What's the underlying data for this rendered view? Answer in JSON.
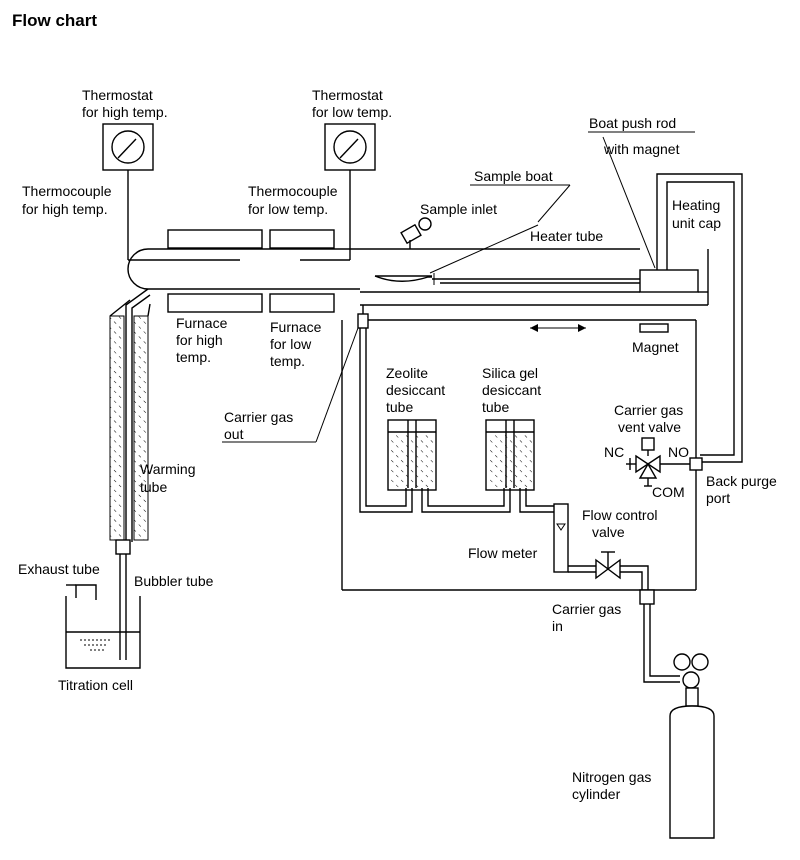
{
  "title": "Flow chart",
  "labels": {
    "thermostat_high": [
      "Thermostat",
      "for high temp."
    ],
    "thermostat_low": [
      "Thermostat",
      "for low temp."
    ],
    "boat_push_rod": [
      "Boat push rod",
      "with magnet"
    ],
    "sample_boat": "Sample boat",
    "thermocouple_high": [
      "Thermocouple",
      "for high temp."
    ],
    "thermocouple_low": [
      "Thermocouple",
      "for low temp."
    ],
    "sample_inlet": "Sample inlet",
    "heating_unit_cap": [
      "Heating",
      "unit cap"
    ],
    "heater_tube": "Heater tube",
    "furnace_high": [
      "Furnace",
      "for high",
      "temp."
    ],
    "furnace_low": [
      "Furnace",
      "for low",
      "temp."
    ],
    "magnet": "Magnet",
    "zeolite": [
      "Zeolite",
      "desiccant",
      "tube"
    ],
    "silica": [
      "Silica gel",
      "desiccant",
      "tube"
    ],
    "carrier_gas_vent_valve": [
      "Carrier gas",
      "vent valve"
    ],
    "nc": "NC",
    "no": "NO",
    "com": "COM",
    "carrier_gas_out": [
      "Carrier gas",
      "out"
    ],
    "back_purge_port": [
      "Back purge",
      "port"
    ],
    "warming_tube": [
      "Warming",
      "tube"
    ],
    "flow_control_valve": [
      "Flow control",
      "valve"
    ],
    "flow_meter": "Flow meter",
    "exhaust_tube": "Exhaust tube",
    "bubbler_tube": "Bubbler tube",
    "carrier_gas_in": [
      "Carrier gas",
      "in"
    ],
    "titration_cell": "Titration cell",
    "nitrogen_cylinder": [
      "Nitrogen gas",
      "cylinder"
    ]
  }
}
